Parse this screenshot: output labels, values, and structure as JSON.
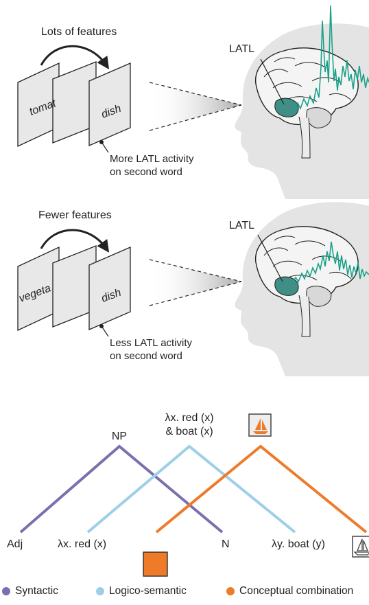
{
  "panel_top": {
    "arrow_label": "Lots of features",
    "first_word": "tomat",
    "second_word": "dish",
    "note_line1": "More LATL activity",
    "note_line2": "on second word",
    "region_label": "LATL"
  },
  "panel_middle": {
    "arrow_label": "Fewer features",
    "first_word": "vegeta",
    "second_word": "dish",
    "note_line1": "Less LATL activity",
    "note_line2": "on second word",
    "region_label": "LATL"
  },
  "tree": {
    "syntactic_root": "NP",
    "semantic_root_line1": "λx. red (x)",
    "semantic_root_line2": "& boat (x)",
    "leaf_adj": "Adj",
    "leaf_red": "λx. red (x)",
    "leaf_n": "N",
    "leaf_boat": "λy. boat (y)"
  },
  "legend": {
    "syntactic": "Syntactic",
    "logico_semantic": "Logico-semantic",
    "conceptual": "Conceptual combination"
  },
  "colors": {
    "syntactic": "#7b6fae",
    "logico_semantic": "#9dcfe6",
    "conceptual": "#ee7b2a",
    "latl_region": "#3f8f86",
    "activity_trace": "#1aa189",
    "head": "#e4e4e4",
    "brain": "#f4f4f4"
  },
  "icons": {
    "root_concept": "red-sailboat-icon",
    "red_concept": "orange-square-icon",
    "boat_concept": "outline-sailboat-icon"
  }
}
